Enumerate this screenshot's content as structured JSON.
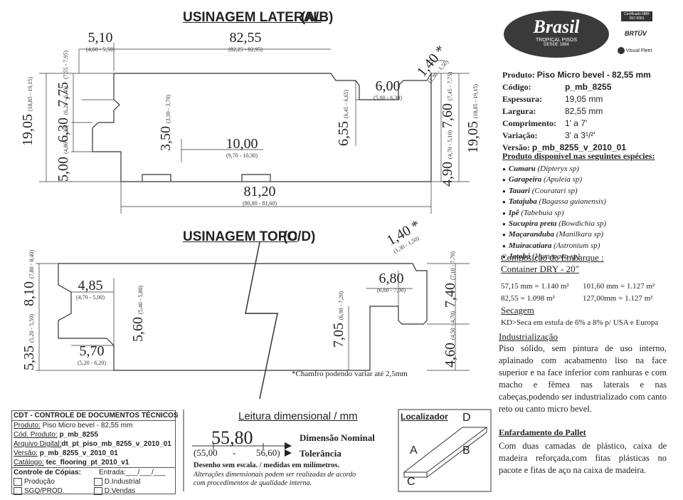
{
  "lateral": {
    "title": "USINAGEM LATERAL",
    "tag": "(A/B)",
    "dims": {
      "top_510": {
        "v": "5,10",
        "t": "(4,60 - 5,50)"
      },
      "top_8255": {
        "v": "82,55",
        "t": "(82,25 - 82,95)"
      },
      "top_140": {
        "v": "1,40 *",
        "t": "(1,30 - 1,50)"
      },
      "left_1905": {
        "v": "19,05",
        "t": "(18,85 - 19,15)"
      },
      "left_500": {
        "v": "5,00",
        "t": "(4,80 - 5,20)"
      },
      "left_630": {
        "v": "6,30",
        "t": "(6,20 - 6,40)"
      },
      "left_775": {
        "v": "7,75",
        "t": "(7,55 - 7,95)"
      },
      "in_350": {
        "v": "3,50",
        "t": "(3,30 - 3,70)"
      },
      "in_1000": {
        "v": "10,00",
        "t": "(9,70 - 10,30)"
      },
      "in_8120": {
        "v": "81,20",
        "t": "(80,80 - 81,60)"
      },
      "in_655": {
        "v": "6,55",
        "t": "(6,45 - 6,65)"
      },
      "in_600": {
        "v": "6,00",
        "t": "(5,80 - 6,30)"
      },
      "right_760": {
        "v": "7,60",
        "t": "(7,45 - 7,75)"
      },
      "right_490": {
        "v": "4,90",
        "t": "(4,70 - 5,10)"
      },
      "right_1905": {
        "v": "19,05",
        "t": "(18,85 - 19,15)"
      }
    }
  },
  "topo": {
    "title": "USINAGEM TOPO",
    "tag": "(C/D)",
    "dims": {
      "top_140": {
        "v": "1,40 *",
        "t": "(1,30 - 1,50)"
      },
      "left_810": {
        "v": "8,10",
        "t": "(7,80 - 8,40)"
      },
      "left_535": {
        "v": "5,35",
        "t": "(5,20 - 5,50)"
      },
      "in_485": {
        "v": "4,85",
        "t": "(4,70 - 5,00)"
      },
      "in_570": {
        "v": "5,70",
        "t": "(5,20 - 6,20)"
      },
      "in_560": {
        "v": "5,60",
        "t": "(5,40 - 5,80)"
      },
      "in_705": {
        "v": "7,05",
        "t": "(6,90 - 7,20)"
      },
      "in_680": {
        "v": "6,80",
        "t": "(6,60 - 7,00)"
      },
      "right_740": {
        "v": "7,40",
        "t": "(7,10 - 7,70)"
      },
      "right_460": {
        "v": "4,60",
        "t": "(4,50 - 4,70)"
      }
    },
    "note": "*Chamfro podendo variar até 2,5mm"
  },
  "logos": {
    "brand": "Brasil",
    "brand_sub": "TROPICAL PISOS",
    "brand_since": "DESDE 1984",
    "cert": "Certificado NBR ISO 9001",
    "brtuv": "BRTÜV",
    "fsc": "Visual Fleet"
  },
  "product": {
    "produto_label": "Produto:",
    "produto_value": "Piso Micro bevel - 82,55 mm",
    "codigo_label": "Código:",
    "codigo_value": "p_mb_8255",
    "espessura_label": "Espessura:",
    "espessura_value": "19,05 mm",
    "largura_label": "Largura:",
    "largura_value": "82,55 mm",
    "comprimento_label": "Comprimento:",
    "comprimento_value": "1' a 7'",
    "variacao_label": "Variação:",
    "variacao_value": "3' a 3¹/²'",
    "versao_label": "Versão:",
    "versao_value": "p_mb_8255_v_2010_01"
  },
  "species": {
    "heading": "Produto disponível nas seguintes espécies:",
    "items": [
      {
        "name": "Cumaru",
        "sci": "(Dipteryx sp)"
      },
      {
        "name": "Garapeira",
        "sci": "(Apuleia sp)"
      },
      {
        "name": "Tauari",
        "sci": "(Couratari sp)"
      },
      {
        "name": "Tatajuba",
        "sci": "(Bagassa guianensis)"
      },
      {
        "name": "Ipê",
        "sci": "(Tabebuia sp)"
      },
      {
        "name": "Sucupira preta",
        "sci": "(Bowdichia sp)"
      },
      {
        "name": "Maçaranduba",
        "sci": "(Manilkara sp)"
      },
      {
        "name": "Muiracatiara",
        "sci": "(Astronium sp)"
      },
      {
        "name": "Jatobá",
        "sci": "(Hymenaea sp)"
      }
    ]
  },
  "embarque": {
    "heading1": "Composição do Embarque :",
    "heading2": "Container DRY - 20\"",
    "r1c1": "57,15 mm = 1.140 m²",
    "r1c2": "101,60 mm = 1.127 m²",
    "r2c1": "82,55 = 1.098 m²",
    "r2c2": "127,00mm = 1.127 m²"
  },
  "secagem": {
    "heading": "Secagem",
    "text": "KD>Seca em estufa de 6% a 8%  p/ USA e Europa"
  },
  "industrializacao": {
    "heading": "Industrialização",
    "text": "Piso sólido, sem pintura de uso interno, aplainado com acabamento liso na face superior e na face inferior com ranhuras e com macho e fêmea nas laterais e nas cabeças,podendo ser industrializado com canto reto ou canto micro bevel."
  },
  "enfardamento": {
    "heading": "Enfardamento do Pallet",
    "text": "Com duas camadas de plástico, caixa de madeira reforçada,com fitas plásticas no pacote e fitas de aço na caixa de madeira."
  },
  "cdt": {
    "title": "CDT - CONTROLE DE DOCUMENTOS TÉCNICOS",
    "produto_label": "Produto:",
    "produto_value": "Piso Micro bevel - 82,55 mm",
    "cod_label": "Cód. Produto:",
    "cod_value": "p_mb_8255",
    "arquivo_label": "Arquivo Digital:",
    "arquivo_value": "dt_pt_piso_mb_8255_v_2010_01",
    "versao_label": "Versão:",
    "versao_value": "p_mb_8255_v_2010_01",
    "catalogo_label": "Catálogo:",
    "catalogo_value": "tec_flooring_pt_2010_v1",
    "controle_label": "Controle de Cópias:",
    "entrada_label": "Entrada:___/___/___",
    "producao": "Produção",
    "dindustrial": "D.Industrial",
    "sgq": "SGQ/PROD.",
    "dvendas": "D.Vendas"
  },
  "leitura": {
    "title": "Leitura dimensional / mm",
    "nominal_value": "55,80",
    "tol_low": "(55,00",
    "tol_dash": "-",
    "tol_high": "56,60)",
    "nominal_label": "Dimensão Nominal",
    "tol_label": "Tolerância",
    "note1": "Desenho sem escala. / medidas em milímetros.",
    "note2": "Alterações dimensionais podem ser realizadas de acordo",
    "note3": "com procedimentos de qualidade interna."
  },
  "localizador": {
    "title": "Localizador",
    "a": "A",
    "b": "B",
    "c": "C",
    "d": "D"
  }
}
